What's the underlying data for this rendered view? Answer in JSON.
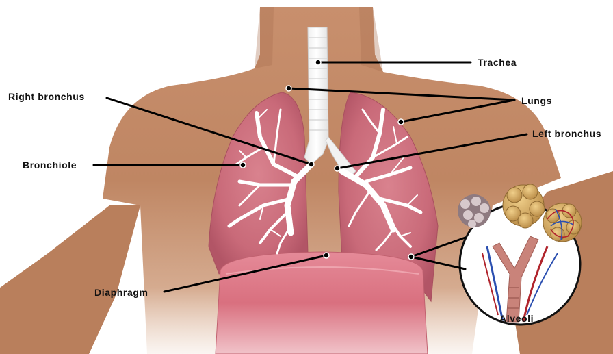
{
  "diagram": {
    "labels": {
      "trachea": "Trachea",
      "lungs": "Lungs",
      "right_bronchus": "Right bronchus",
      "left_bronchus": "Left bronchus",
      "bronchiole": "Bronchiole",
      "diaphragm": "Diaphragm",
      "alveoli": "Alveoli"
    }
  }
}
